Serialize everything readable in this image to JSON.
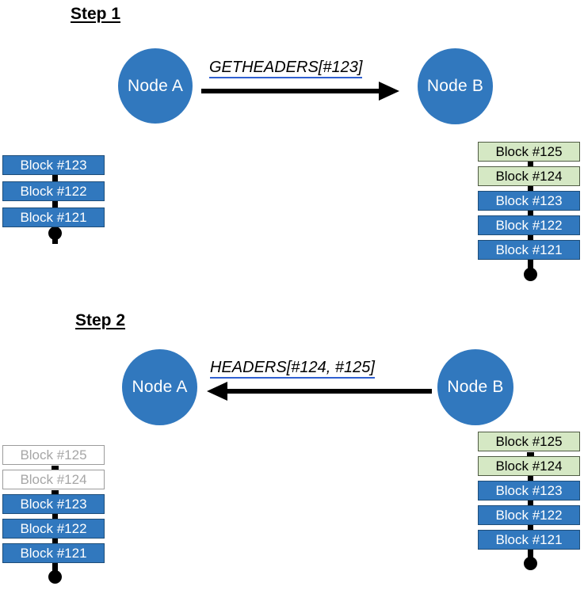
{
  "diagram": {
    "title_step1": "Step 1",
    "title_step2": "Step 2",
    "colors": {
      "node_blue": "#3178BE",
      "block_blue": "#3178BE",
      "block_green": "#D5E8C4",
      "ghost_border": "#9C9C9C",
      "ghost_text": "#A6A6A6",
      "underline_blue": "#2F5FD0",
      "chain_black": "#000000"
    }
  },
  "step1": {
    "title": "Step 1",
    "node_a": "Node A",
    "node_b": "Node B",
    "message": "GETHEADERS[#123]",
    "arrow_direction": "right",
    "left_chain": {
      "owner": "Node A",
      "blocks": [
        {
          "label": "Block #123",
          "state": "full"
        },
        {
          "label": "Block #122",
          "state": "full"
        },
        {
          "label": "Block #121",
          "state": "full"
        }
      ]
    },
    "right_chain": {
      "owner": "Node B",
      "blocks": [
        {
          "label": "Block #125",
          "state": "new"
        },
        {
          "label": "Block #124",
          "state": "new"
        },
        {
          "label": "Block #123",
          "state": "full"
        },
        {
          "label": "Block #122",
          "state": "full"
        },
        {
          "label": "Block #121",
          "state": "full"
        }
      ]
    }
  },
  "step2": {
    "title": "Step 2",
    "node_a": "Node A",
    "node_b": "Node B",
    "message": "HEADERS[#124, #125]",
    "arrow_direction": "left",
    "left_chain": {
      "owner": "Node A",
      "blocks": [
        {
          "label": "Block #125",
          "state": "header-only"
        },
        {
          "label": "Block #124",
          "state": "header-only"
        },
        {
          "label": "Block #123",
          "state": "full"
        },
        {
          "label": "Block #122",
          "state": "full"
        },
        {
          "label": "Block #121",
          "state": "full"
        }
      ]
    },
    "right_chain": {
      "owner": "Node B",
      "blocks": [
        {
          "label": "Block #125",
          "state": "new"
        },
        {
          "label": "Block #124",
          "state": "new"
        },
        {
          "label": "Block #123",
          "state": "full"
        },
        {
          "label": "Block #122",
          "state": "full"
        },
        {
          "label": "Block #121",
          "state": "full"
        }
      ]
    }
  }
}
